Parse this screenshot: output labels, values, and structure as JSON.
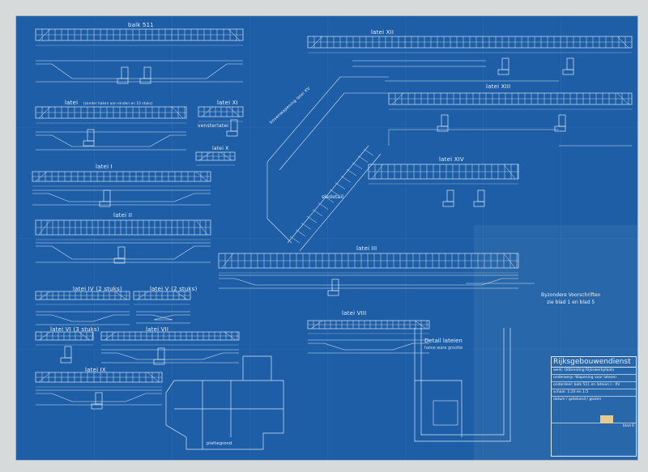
{
  "drawing": {
    "labels": {
      "balk": "balk 511",
      "latei_top_left": "latei",
      "latei_top_left_note": "(zonder haken aan einden en 10 stuks)",
      "latei_xi": "latei XI",
      "vensterlatei": "vensterlatei",
      "latei_x": "latei X",
      "latei_i": "latei I",
      "latei_ii": "latei II",
      "latei_iii": "latei III",
      "latei_iv": "latei IV (2 stuks)",
      "latei_v": "latei V (2 stuks)",
      "latei_vi": "latei VI (3 stuks)",
      "latei_vii": "latei VII",
      "latei_ix": "latei IX",
      "latei_xii": "latei XII",
      "latei_xiii": "latei XIII",
      "latei_xiv": "latei XIV",
      "latei_viii": "latei VIII",
      "diagonal": "bovenwapening latei XV",
      "sledetail": "sledetail",
      "plattegrond": "plattegrond"
    },
    "note": {
      "line1": "Byzondere Voorschriften",
      "line2": "zie blad 1 en blad 5"
    },
    "detail": {
      "title": "Detail lateien",
      "subtitle": "halve ware grootte"
    }
  },
  "title_block": {
    "org": "Rijksgebouwendienst",
    "rows": [
      "werk: Uitbreiding Rijkswerkplaats",
      "onderwerp: Wapening voor lateien",
      "onderdeel: balk 511 en lateien I - XV",
      "schaal: 1:20 en 1:5",
      "datum / getekend / gezien",
      "blad 6"
    ]
  }
}
